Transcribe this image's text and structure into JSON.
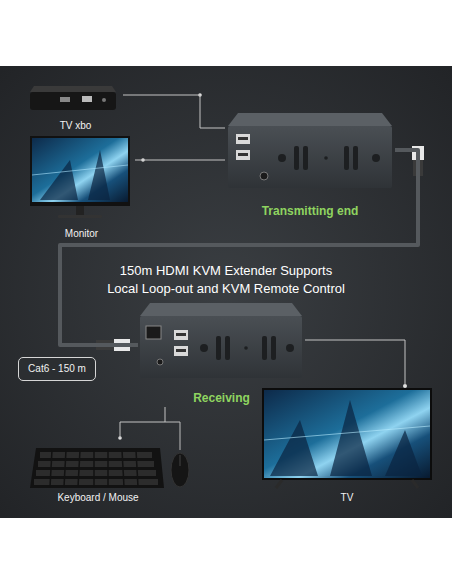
{
  "diagram": {
    "title": "150m HDMI KVM Extender Supports Local Loop-out and KVM Remote Control",
    "nodes": [
      {
        "text": [
          "TV xbo"
        ]
      },
      {
        "text": [
          "Monitor"
        ]
      },
      {
        "text": [
          "Transmitting end"
        ]
      },
      {
        "text": [
          "Cat6 - 150 m"
        ]
      },
      {
        "text": [
          "Receiving"
        ]
      },
      {
        "text": [
          "Keyboard / Mouse"
        ]
      },
      {
        "text": [
          "TV"
        ]
      }
    ],
    "edges": [
      {
        "from": 0,
        "to": 2,
        "arrow": "none"
      },
      {
        "from": 1,
        "to": 2,
        "arrow": "none"
      },
      {
        "from": 2,
        "to": 4,
        "arrow": "none"
      },
      {
        "from": 4,
        "to": 5,
        "arrow": "none"
      },
      {
        "from": 4,
        "to": 6,
        "arrow": "none"
      }
    ]
  }
}
